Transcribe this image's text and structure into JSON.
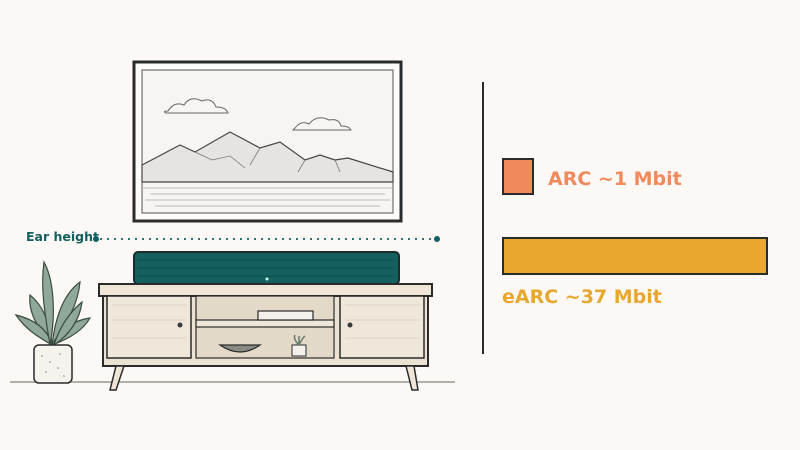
{
  "labels": {
    "ear_height": "Ear height",
    "arc": "ARC ~1 Mbit",
    "earc": "eARC ~37 Mbit"
  },
  "bandwidth_mbit": {
    "arc": 1,
    "earc": 37
  },
  "colors": {
    "background": "#fbf8f5",
    "line": "#2b2b2b",
    "teal": "#13605e",
    "arc": "#f08a5d",
    "earc": "#e8a830",
    "wood": "#efe6d8",
    "leaf": "#8fa89a"
  }
}
